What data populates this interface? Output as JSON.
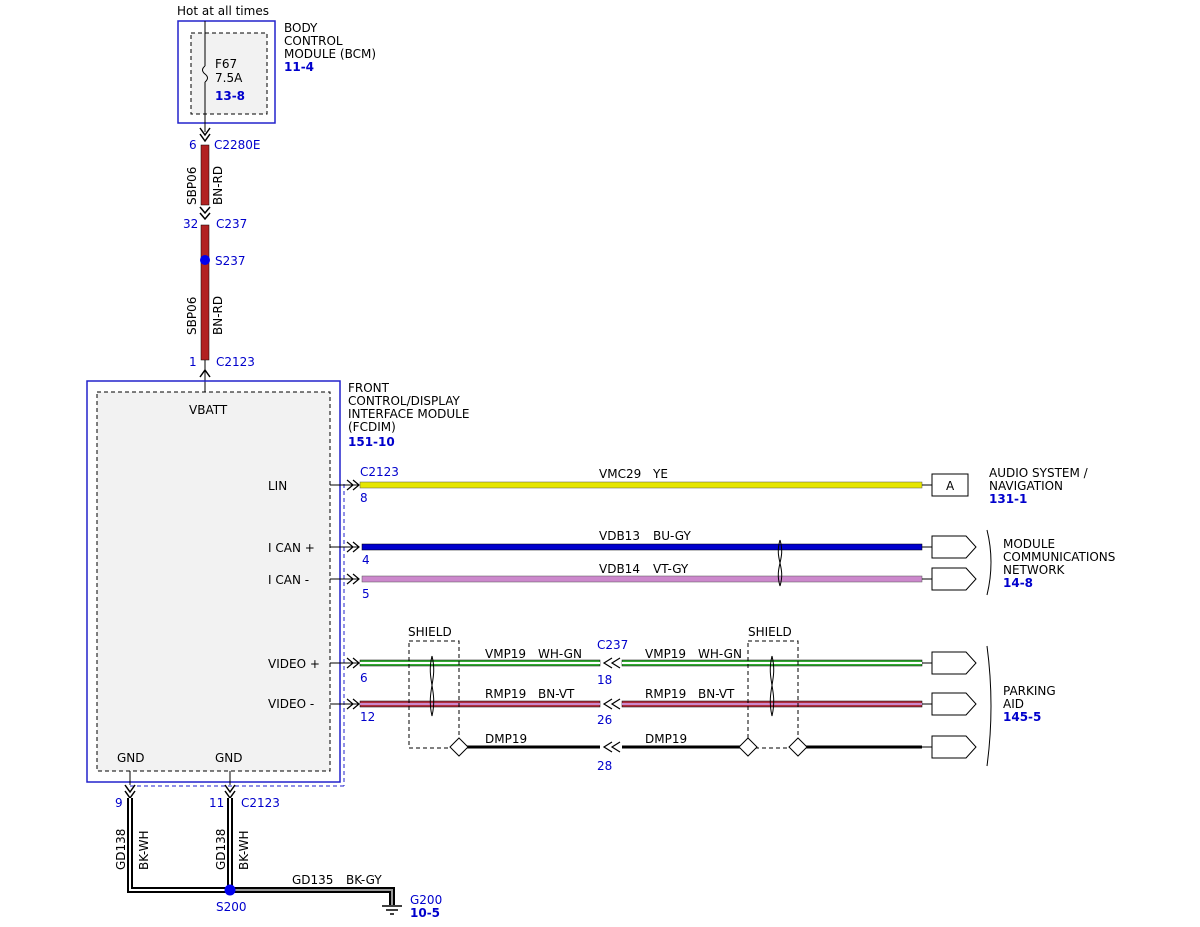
{
  "hot_label": "Hot at all times",
  "bcm": {
    "name_lines": [
      "BODY",
      "CONTROL",
      "MODULE (BCM)"
    ],
    "ref": "11-4",
    "fuse_id": "F67",
    "fuse_rating": "7.5A",
    "fuse_ref": "13-8"
  },
  "conn_c2280e": {
    "pin": "6",
    "name": "C2280E"
  },
  "wire_sbp06_top": {
    "circuit": "SBP06",
    "color": "BN-RD"
  },
  "conn_c237_top": {
    "pin": "32",
    "name": "C237"
  },
  "splice_s237": "S237",
  "wire_sbp06_bot": {
    "circuit": "SBP06",
    "color": "BN-RD"
  },
  "conn_c2123_top": {
    "pin": "1",
    "name": "C2123"
  },
  "fcdim": {
    "name_lines": [
      "FRONT",
      "CONTROL/DISPLAY",
      "INTERFACE MODULE",
      "(FCDIM)"
    ],
    "ref": "151-10",
    "vbatt": "VBATT",
    "gnd1": "GND",
    "gnd2": "GND",
    "pins": {
      "lin": "LIN",
      "ican_plus": "I CAN +",
      "ican_minus": "I CAN -",
      "video_plus": "VIDEO +",
      "video_minus": "VIDEO -"
    }
  },
  "conn_c2123_right": {
    "name": "C2123",
    "pin_lin": "8",
    "pin_ican_plus": "4",
    "pin_ican_minus": "5",
    "pin_video_plus": "6",
    "pin_video_minus": "12"
  },
  "wires": {
    "lin": {
      "circuit": "VMC29",
      "color": "YE"
    },
    "ican_plus": {
      "circuit": "VDB13",
      "color": "BU-GY"
    },
    "ican_minus": {
      "circuit": "VDB14",
      "color": "VT-GY"
    },
    "video_plus_left": {
      "circuit": "VMP19",
      "color": "WH-GN"
    },
    "video_plus_right": {
      "circuit": "VMP19",
      "color": "WH-GN"
    },
    "video_minus_left": {
      "circuit": "RMP19",
      "color": "BN-VT"
    },
    "video_minus_right": {
      "circuit": "RMP19",
      "color": "BN-VT"
    },
    "drain_left": {
      "circuit": "DMP19"
    },
    "drain_right": {
      "circuit": "DMP19"
    }
  },
  "shield_left": "SHIELD",
  "shield_right": "SHIELD",
  "conn_c237_mid": {
    "name": "C237",
    "pin_video_plus": "18",
    "pin_video_minus": "26",
    "pin_drain": "28"
  },
  "audio": {
    "name_lines": [
      "AUDIO SYSTEM /",
      "NAVIGATION"
    ],
    "ref": "131-1",
    "connector_letter": "A"
  },
  "mcn": {
    "name_lines": [
      "MODULE",
      "COMMUNICATIONS",
      "NETWORK"
    ],
    "ref": "14-8"
  },
  "parking": {
    "name_lines": [
      "PARKING",
      "AID"
    ],
    "ref": "145-5"
  },
  "conn_c2123_gnd": {
    "pin1": "9",
    "pin2": "11",
    "name": "C2123"
  },
  "wire_gd138_left": {
    "circuit": "GD138",
    "color": "BK-WH"
  },
  "wire_gd138_right": {
    "circuit": "GD138",
    "color": "BK-WH"
  },
  "wire_gd135": {
    "circuit": "GD135",
    "color": "BK-GY"
  },
  "splice_s200": "S200",
  "ground_g200": {
    "name": "G200",
    "ref": "10-5"
  },
  "colors": {
    "bn_rd": "#b22222",
    "yellow": "#e6e600",
    "blue": "#0000cc",
    "violet": "#cc88cc",
    "green": "#33aa33",
    "bn_vt": "#b03040",
    "black": "#000000",
    "box_blue": "#2222cc",
    "module_fill": "#f2f2f2"
  }
}
